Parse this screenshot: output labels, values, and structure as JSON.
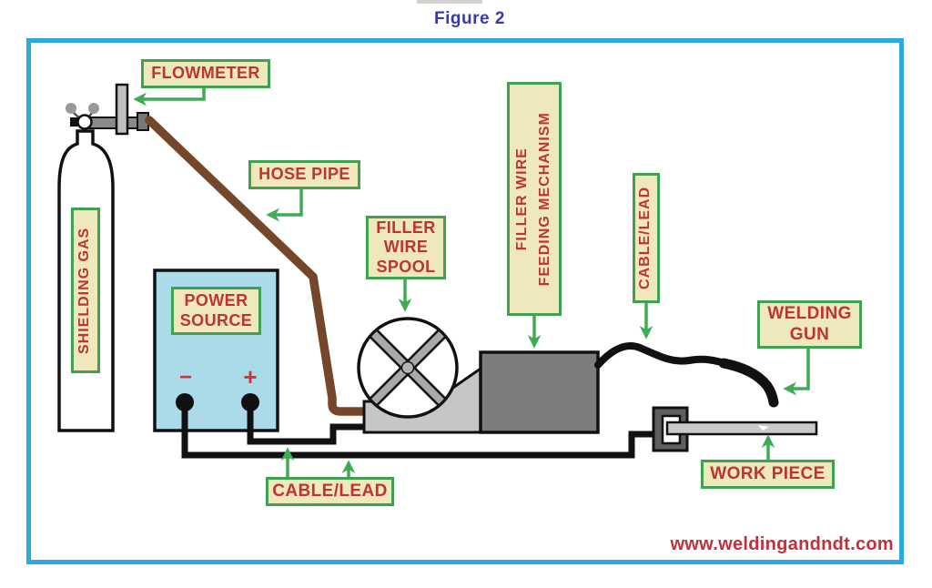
{
  "figure": {
    "title": "Figure 2",
    "website": "www.weldingandndt.com"
  },
  "power_source": {
    "negative_terminal": "−",
    "positive_terminal": "+"
  },
  "labels": {
    "flowmeter": "FLOWMETER",
    "hose_pipe": "HOSE PIPE",
    "shielding_gas": "SHIELDING GAS",
    "power_source": "POWER\nSOURCE",
    "filler_wire_spool": "FILLER\nWIRE\nSPOOL",
    "filler_wire_feeding_mechanism": "FILLER WIRE\nFEEDING MECHANISM",
    "cable_lead_upper": "CABLE/LEAD",
    "welding_gun": "WELDING\nGUN",
    "work_piece": "WORK PIECE",
    "cable_lead_lower": "CABLE/LEAD"
  },
  "colors": {
    "frame_blue": "#2EA8E0",
    "label_background": "#EEE8BC",
    "label_border_green": "#3FA251",
    "label_text_red": "#BE3434",
    "arrow_green": "#3FAC55",
    "title_blue": "#3939A8",
    "website_red": "#C2303C",
    "hose_brown": "#74462A",
    "power_source_blue": "#ABDBE8"
  }
}
